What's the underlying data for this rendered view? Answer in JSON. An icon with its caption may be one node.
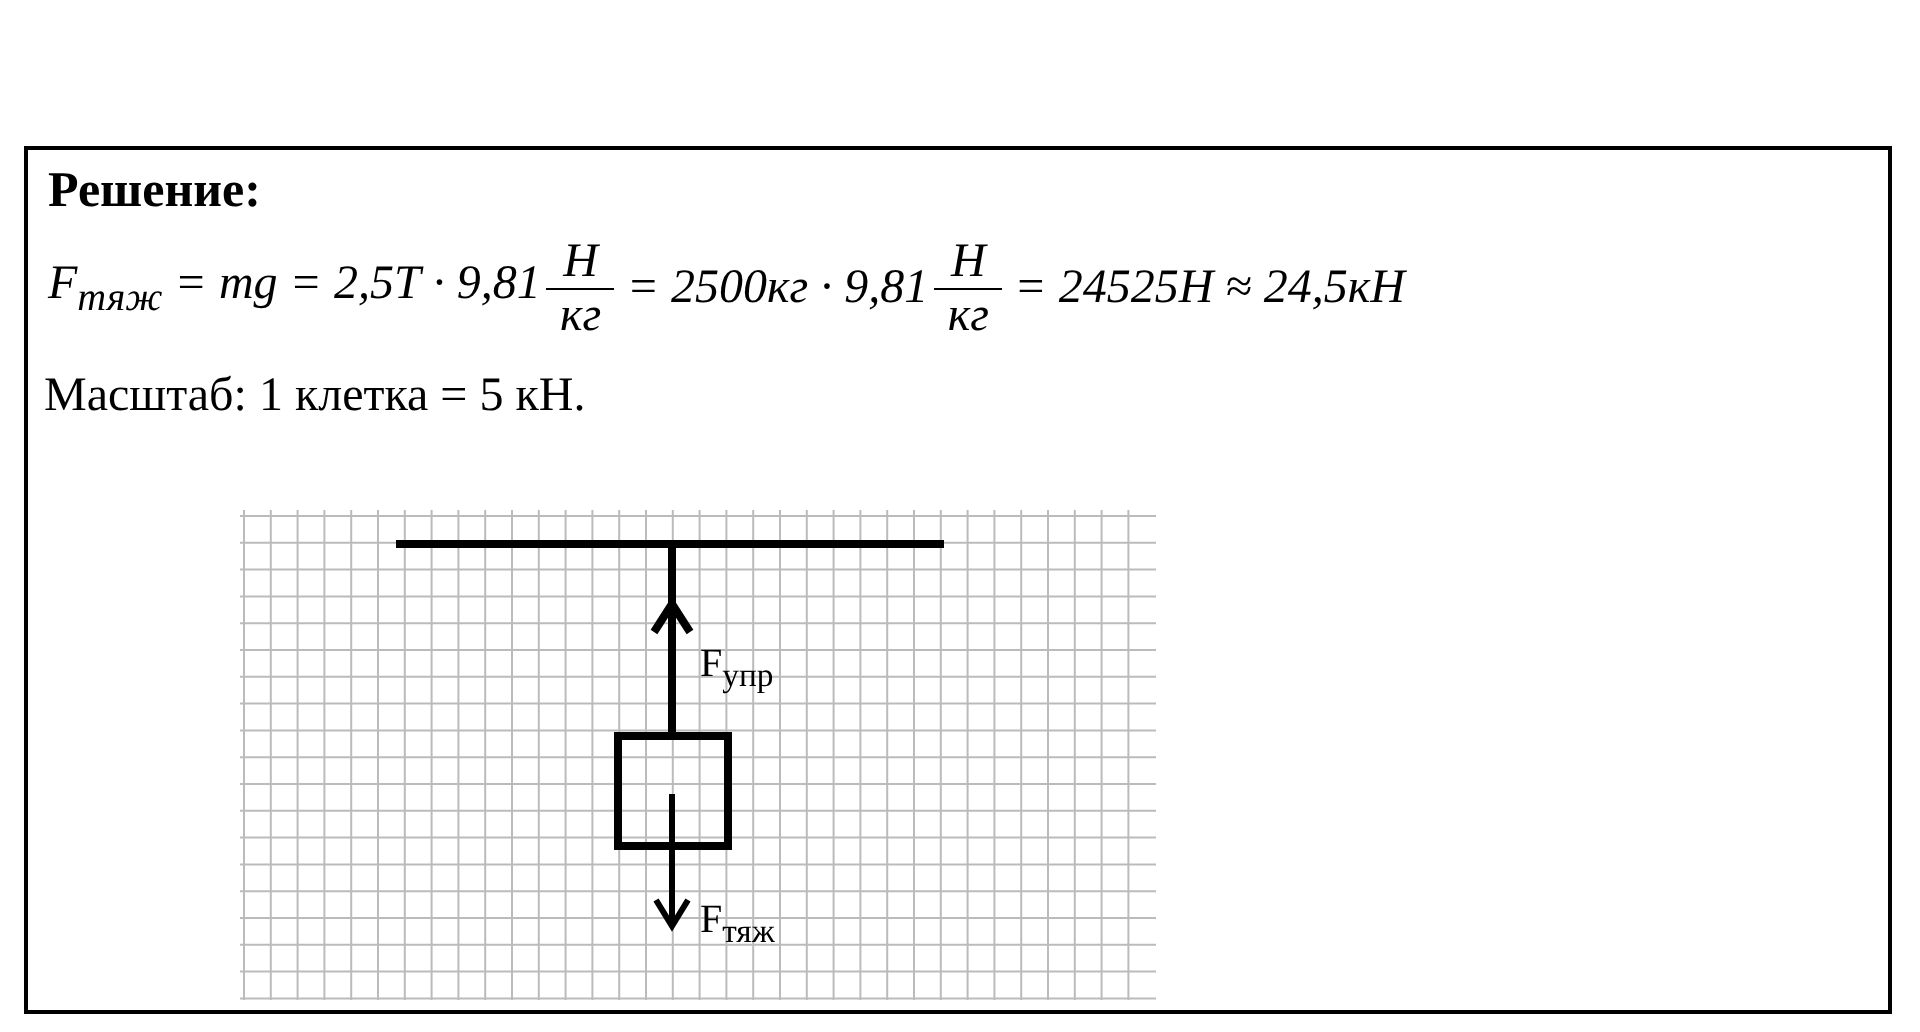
{
  "diagram": {
    "title": "Решение:",
    "labels": [
      "F$_{тяж}$ = mg = 2,5Т · 9,81",
      "Н",
      "кг",
      "= 2500кг · 9,81",
      "Н",
      "кг",
      "= 24525Н ≈ 24,5кН",
      "Масштаб: 1 клетка = 5 кН.",
      "F$_{упр}$",
      "F$_{тяж}$"
    ]
  }
}
